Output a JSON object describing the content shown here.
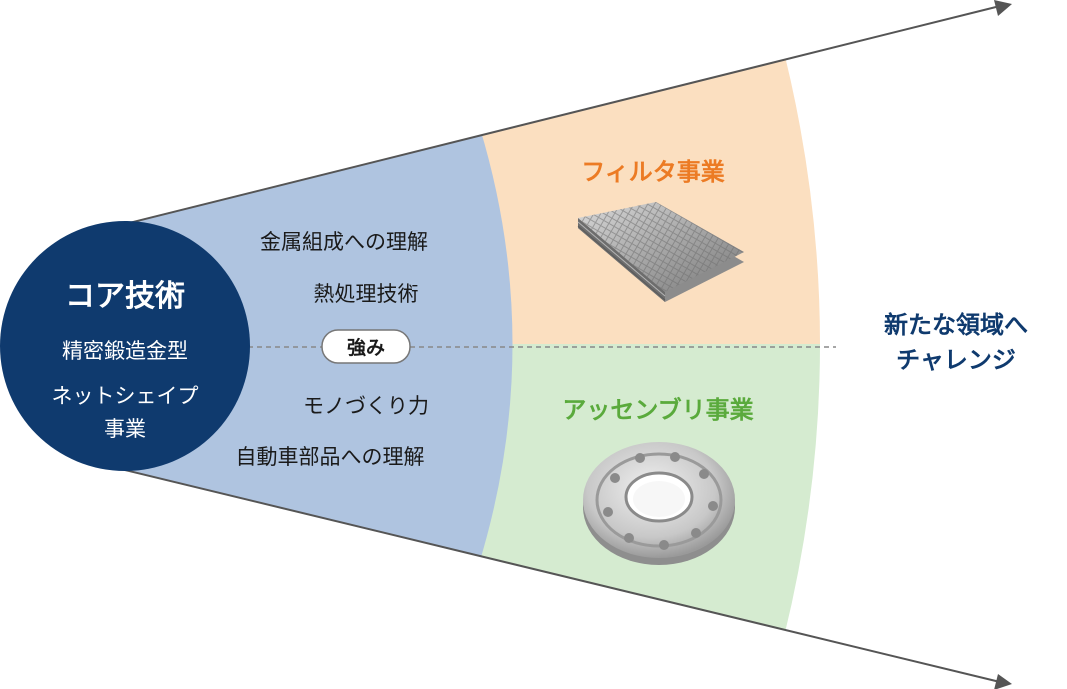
{
  "colors": {
    "core_circle": "#0f3a6e",
    "strength_zone": "#afc4e0",
    "filter_zone": "#fbdfc0",
    "assembly_zone": "#d5ebd0",
    "filter_accent": "#ec7b24",
    "assembly_accent": "#5aaa3c",
    "arrow": "#555555",
    "challenge_text": "#0f3a6e"
  },
  "core": {
    "title": "コア技術",
    "line1": "精密鍛造金型",
    "line2": "ネットシェイプ",
    "line3": "事業"
  },
  "strengths": {
    "badge": "強み",
    "upper": [
      "金属組成への理解",
      "熱処理技術"
    ],
    "lower": [
      "モノづくり力",
      "自動車部品への理解"
    ]
  },
  "business": {
    "filter": {
      "title": "フィルタ事業",
      "image": "metal-mesh-filter"
    },
    "assembly": {
      "title": "アッセンブリ事業",
      "image": "metal-ring-assembly"
    }
  },
  "challenge": {
    "line1": "新たな領域へ",
    "line2": "チャレンジ"
  }
}
